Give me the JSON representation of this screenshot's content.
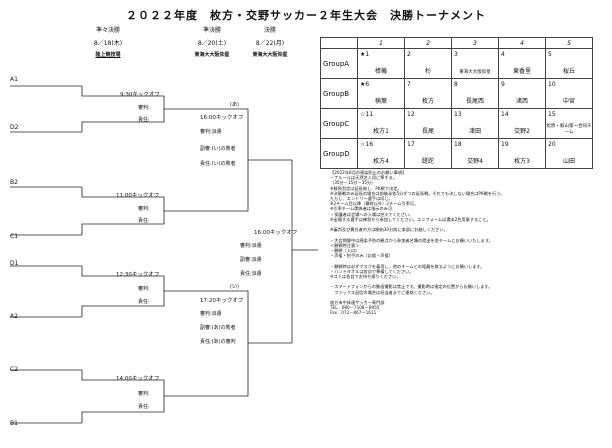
{
  "title": "２０２２年度　枚方・交野サッカー２年生大会　決勝トーナメント",
  "rounds": [
    {
      "label": "準々決勝",
      "date": "8／18(木)",
      "venue": "陸上競技場"
    },
    {
      "label": "準決勝",
      "date": "8／20(土)",
      "venue": "東海大大阪仰星"
    },
    {
      "label": "決勝",
      "date": "8／22(月)",
      "venue": "東海大大阪仰星"
    }
  ],
  "slots": [
    "A1",
    "D2",
    "B2",
    "C1",
    "D1",
    "A2",
    "C2",
    "B1"
  ],
  "qf_matches": [
    {
      "time": "9:30キックオフ",
      "referee": "審判:",
      "responsible": "責任:"
    },
    {
      "time": "11:00キックオフ",
      "referee": "審判:",
      "responsible": "責任:"
    },
    {
      "time": "12:30キックオフ",
      "referee": "審判:",
      "responsible": "責任:"
    },
    {
      "time": "14:00キックオフ",
      "referee": "審判:",
      "responsible": "責任:"
    }
  ],
  "sf_matches": [
    {
      "code": "(あ)",
      "time": "16:00キックオフ",
      "referee": "審判:派遣",
      "sub_referee": "副審:(い)の敗者",
      "responsible": "責任:(い)の敗者"
    },
    {
      "code": "(い)",
      "time": "17:20キックオフ",
      "referee": "審判:派遣",
      "sub_referee": "副審:(あ)の敗者",
      "responsible": "責任:(あ)の審判"
    }
  ],
  "final_match": {
    "time": "16:00キックオフ",
    "referee": "審判:派遣",
    "sub_referee": "副審:派遣",
    "responsible": "責任:派遣"
  },
  "groups": {
    "headers": [
      "1",
      "2",
      "3",
      "4",
      "5"
    ],
    "rows": [
      {
        "name": "GroupA",
        "cells": [
          {
            "num": "★1",
            "team": "樟機"
          },
          {
            "num": "2",
            "team": "杉"
          },
          {
            "num": "3",
            "team": "東海大大阪仰星",
            "small": true
          },
          {
            "num": "4",
            "team": "東香里"
          },
          {
            "num": "5",
            "team": "桜丘"
          }
        ]
      },
      {
        "name": "GroupB",
        "cells": [
          {
            "num": "★6",
            "team": "楠葉"
          },
          {
            "num": "7",
            "team": "枚方"
          },
          {
            "num": "8",
            "team": "長尾西"
          },
          {
            "num": "9",
            "team": "渚西"
          },
          {
            "num": "10",
            "team": "中宮"
          }
        ]
      },
      {
        "name": "GroupC",
        "cells": [
          {
            "num": "☆11",
            "team": "枚方1"
          },
          {
            "num": "12",
            "team": "長尾"
          },
          {
            "num": "13",
            "team": "津田"
          },
          {
            "num": "14",
            "team": "交野2"
          },
          {
            "num": "15",
            "team": "松原・殿山第一合同チーム",
            "small": true
          }
        ]
      },
      {
        "name": "GroupD",
        "cells": [
          {
            "num": "☆16",
            "team": "枚方4"
          },
          {
            "num": "17",
            "team": "蹉跎"
          },
          {
            "num": "18",
            "team": "交野4"
          },
          {
            "num": "19",
            "team": "枚方3"
          },
          {
            "num": "20",
            "team": "山田"
          }
        ]
      }
    ]
  },
  "notes": [
    "【2022年8月の感染防止のお願い事項】",
    "・ナルールは天然芝人用に準ずる。",
    "（35分－15分－35分）",
    "※勝負判定は延長無し、PK戦で決定。",
    "※決勝戦のみ延長の場合は前後半各5分ずつの延長戦。それでも決しない場合はPK戦を行う。",
    "ただし、エントリー選手は同じ。",
    "※2チーム目以降（最終以外）2チーム引率可。",
    "※引率チーム関係者は指示のみ可",
    "・保護者は会場への入場は控えてください。",
    "※出場する選手は練習から参加してください。ユニフォームは濃淡2色用意すること。",
    "",
    "※審判及び責任者の方は開始30分前に本部にお越しください。",
    "",
    "・大会期間中は感染予防の観点から参加者名簿の提出を各チームにお願いいたします。",
    "＜観戦時注意＞",
    "・観戦（入口）",
    "・声援・拍手のみ（応援・声援）",
    "",
    "・観戦時は必ずマスクを着用し、他のチームとの距離を取るようにお願いします。",
    "・ハンドタオルは各自で準備してください。",
    "※ゴミは各自でお持ち帰りください。",
    "",
    "・スマートフォンからの動画撮影は禁止です。撮影時は指定の位置からお願いします。",
    "　ファックス返信の場合は担当者までご連絡ください。",
    "",
    "枚方市中体連サッカー専門部",
    "TEL　080－7108－6955",
    "Fax　072－867－1611"
  ]
}
